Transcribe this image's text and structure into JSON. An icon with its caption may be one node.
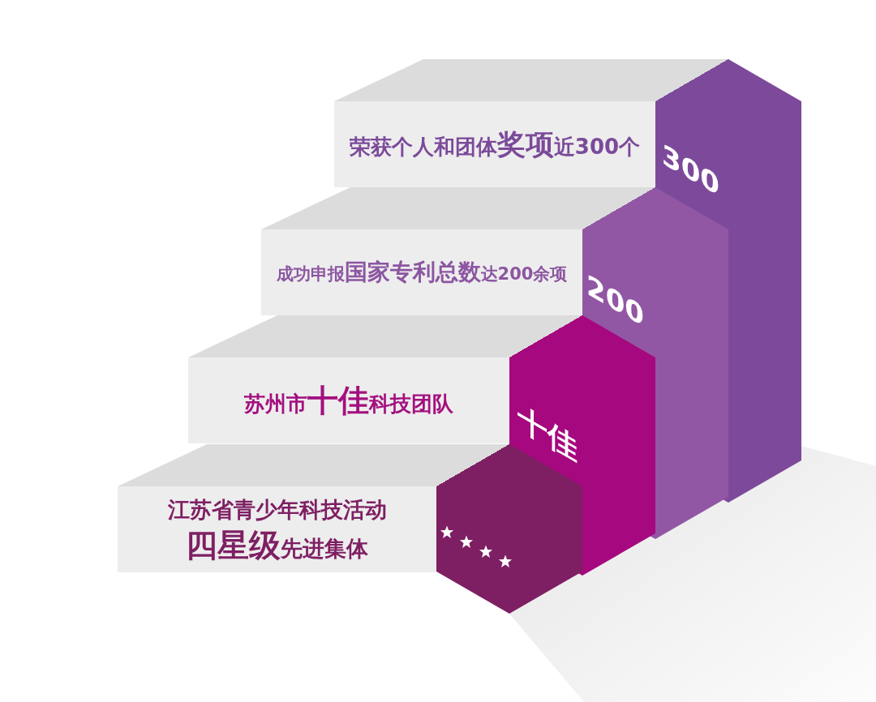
{
  "diagram": {
    "nodes": [
      {
        "text": [
          "荣获个人和团体**奖项**近300个"
        ]
      },
      {
        "text": [
          "300"
        ]
      },
      {
        "text": [
          "成功申报**国家专利总数**达200余项"
        ]
      },
      {
        "text": [
          "200"
        ]
      },
      {
        "text": [
          "苏州市**十佳**科技团队"
        ]
      },
      {
        "text": [
          "十佳"
        ]
      },
      {
        "text": [
          "江苏省青少年科技活动**四星级**先进集体"
        ]
      },
      {
        "text": [],
        "shape": "cube"
      }
    ]
  }
}
